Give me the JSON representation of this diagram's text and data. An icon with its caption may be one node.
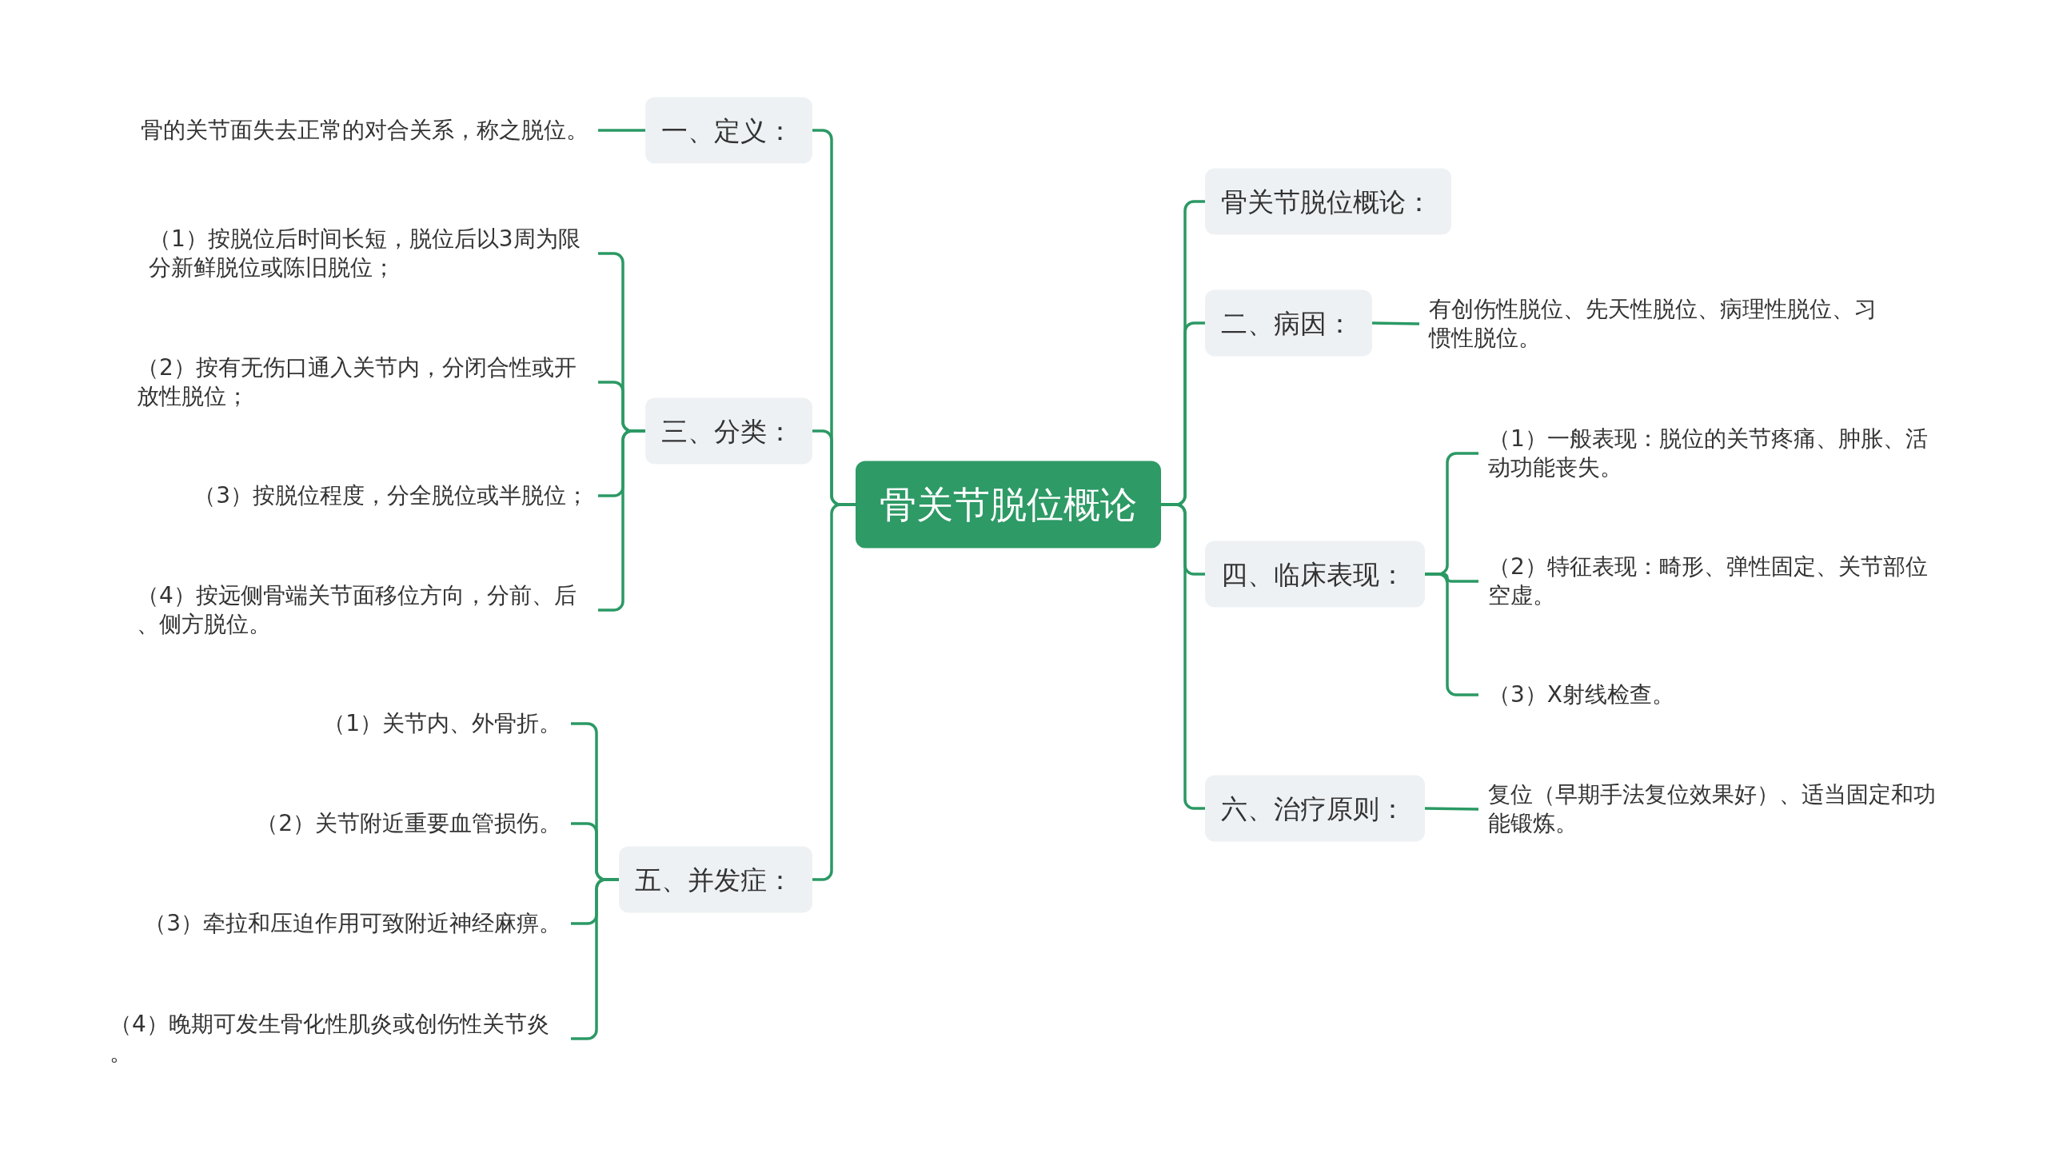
{
  "diagram": {
    "nodes": [
      {
        "text": [
          "骨关节脱位概论"
        ]
      },
      {
        "text": [
          "一、定义："
        ]
      },
      {
        "text": [
          "骨的关节面失去正常的对合关系，称之脱位。"
        ]
      },
      {
        "text": [
          "三、分类："
        ]
      },
      {
        "text": [
          "（1）按脱位后时间长短，脱位后以3周为限分新鲜脱位或陈旧脱位；"
        ]
      },
      {
        "text": [
          "（2）按有无伤口通入关节内，分闭合性或开放性脱位；"
        ]
      },
      {
        "text": [
          "（3）按脱位程度，分全脱位或半脱位；"
        ]
      },
      {
        "text": [
          "（4）按远侧骨端关节面移位方向，分前、后、侧方脱位。"
        ]
      },
      {
        "text": [
          "五、并发症："
        ]
      },
      {
        "text": [
          "（1）关节内、外骨折。"
        ]
      },
      {
        "text": [
          "（2）关节附近重要血管损伤。"
        ]
      },
      {
        "text": [
          "（3）牵拉和压迫作用可致附近神经麻痹。"
        ]
      },
      {
        "text": [
          "（4）晚期可发生骨化性肌炎或创伤性关节炎。"
        ]
      },
      {
        "text": [
          "骨关节脱位概论："
        ]
      },
      {
        "text": [
          "二、病因："
        ]
      },
      {
        "text": [
          "有创伤性脱位、先天性脱位、病理性脱位、习惯性脱位。"
        ]
      },
      {
        "text": [
          "四、临床表现："
        ]
      },
      {
        "text": [
          "（1）一般表现：脱位的关节疼痛、肿胀、活动功能丧失。"
        ]
      },
      {
        "text": [
          "（2）特征表现：畸形、弹性固定、关节部位空虚。"
        ]
      },
      {
        "text": [
          "（3）X射线检查。"
        ]
      },
      {
        "text": [
          "六、治疗原则："
        ]
      },
      {
        "text": [
          "复位（早期手法复位效果好）、适当固定和功能锻炼。"
        ]
      }
    ],
    "edges": [
      {
        "from": 0,
        "to": 1,
        "arrow": "none"
      },
      {
        "from": 1,
        "to": 2,
        "arrow": "none"
      },
      {
        "from": 0,
        "to": 3,
        "arrow": "none"
      },
      {
        "from": 3,
        "to": 4,
        "arrow": "none"
      },
      {
        "from": 3,
        "to": 5,
        "arrow": "none"
      },
      {
        "from": 3,
        "to": 6,
        "arrow": "none"
      },
      {
        "from": 3,
        "to": 7,
        "arrow": "none"
      },
      {
        "from": 0,
        "to": 8,
        "arrow": "none"
      },
      {
        "from": 8,
        "to": 9,
        "arrow": "none"
      },
      {
        "from": 8,
        "to": 10,
        "arrow": "none"
      },
      {
        "from": 8,
        "to": 11,
        "arrow": "none"
      },
      {
        "from": 8,
        "to": 12,
        "arrow": "none"
      },
      {
        "from": 0,
        "to": 13,
        "arrow": "none"
      },
      {
        "from": 0,
        "to": 14,
        "arrow": "none"
      },
      {
        "from": 14,
        "to": 15,
        "arrow": "none"
      },
      {
        "from": 0,
        "to": 16,
        "arrow": "none"
      },
      {
        "from": 16,
        "to": 17,
        "arrow": "none"
      },
      {
        "from": 16,
        "to": 18,
        "arrow": "none"
      },
      {
        "from": 16,
        "to": 19,
        "arrow": "none"
      },
      {
        "from": 0,
        "to": 20,
        "arrow": "none"
      },
      {
        "from": 20,
        "to": 21,
        "arrow": "none"
      }
    ]
  }
}
